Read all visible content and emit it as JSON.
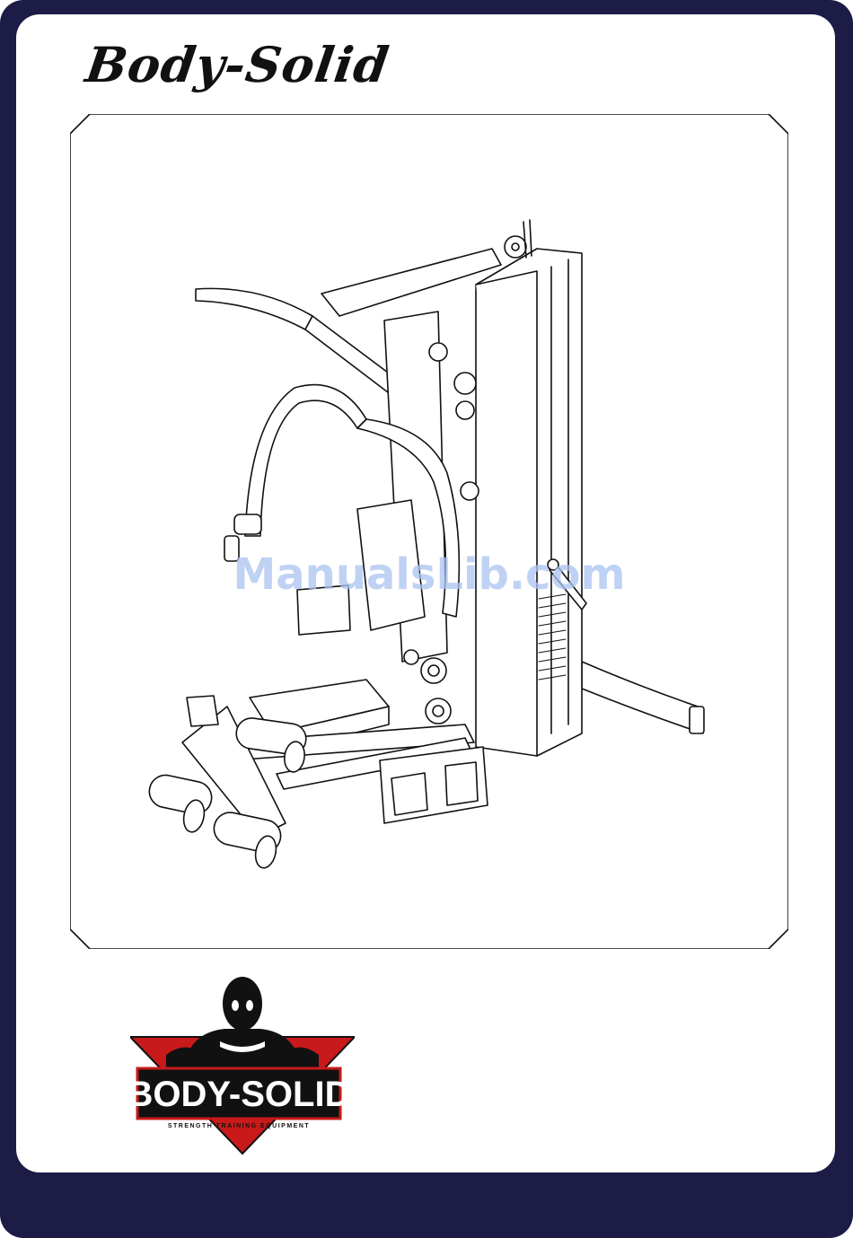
{
  "header": {
    "logo_text": "Body-Solid"
  },
  "product_image": {
    "watermark": "ManualsLib.com"
  },
  "brand_badge": {
    "name": "BODY-SOLID",
    "tagline": "STRENGTH TRAINING EQUIPMENT"
  },
  "colors": {
    "frame": "#1c1c46",
    "page": "#ffffff",
    "badge_red": "#c81a1a",
    "watermark": "#aac3f0"
  }
}
